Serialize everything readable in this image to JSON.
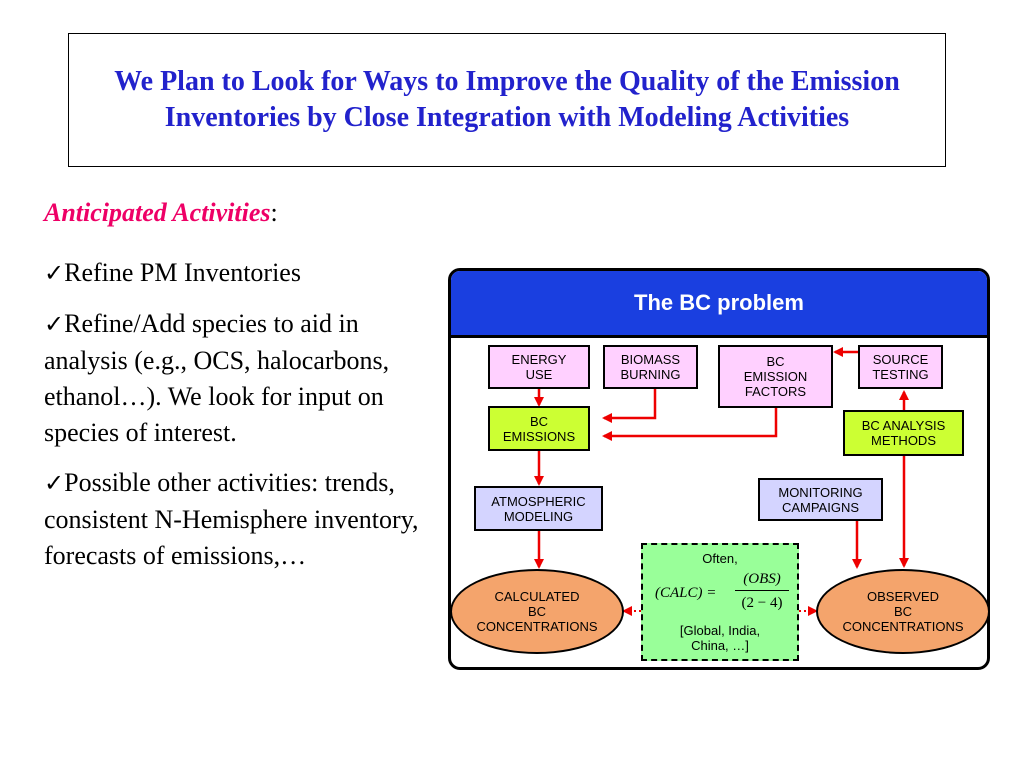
{
  "title": "We Plan to Look for Ways to Improve the Quality of the Emission Inventories by Close Integration with Modeling Activities",
  "activities": {
    "heading": "Anticipated Activities",
    "heading_suffix": ":",
    "check_glyph": "✓",
    "bullets": [
      "Refine PM Inventories",
      "Refine/Add species to aid in analysis (e.g., OCS, halocarbons, ethanol…). We look for input on species of interest.",
      "Possible other activities: trends, consistent N-Hemisphere inventory, forecasts of emissions,…"
    ]
  },
  "diagram": {
    "title": "The BC problem",
    "nodes": {
      "energy_use": "ENERGY\nUSE",
      "biomass_burning": "BIOMASS\nBURNING",
      "bc_emission_factors": "BC\nEMISSION\nFACTORS",
      "source_testing": "SOURCE\nTESTING",
      "bc_emissions": "BC\nEMISSIONS",
      "bc_analysis_methods": "BC ANALYSIS\nMETHODS",
      "atmospheric_modeling": "ATMOSPHERIC\nMODELING",
      "monitoring_campaigns": "MONITORING\nCAMPAIGNS",
      "calculated_bc": "CALCULATED\nBC\nCONCENTRATIONS",
      "observed_bc": "OBSERVED\nBC\nCONCENTRATIONS"
    },
    "formula": {
      "often": "Often,",
      "lhs": "(CALC) =",
      "numerator": "(OBS)",
      "denominator": "(2 − 4)",
      "regions": "[Global, India,\nChina, …]"
    },
    "colors": {
      "header": "#1a3fe0",
      "arrow": "#ee0000",
      "pink": "#ffd0ff",
      "lime": "#ccff33",
      "lavender": "#d4d4ff",
      "oval": "#f4a46c",
      "formula_bg": "#99ff99"
    }
  }
}
